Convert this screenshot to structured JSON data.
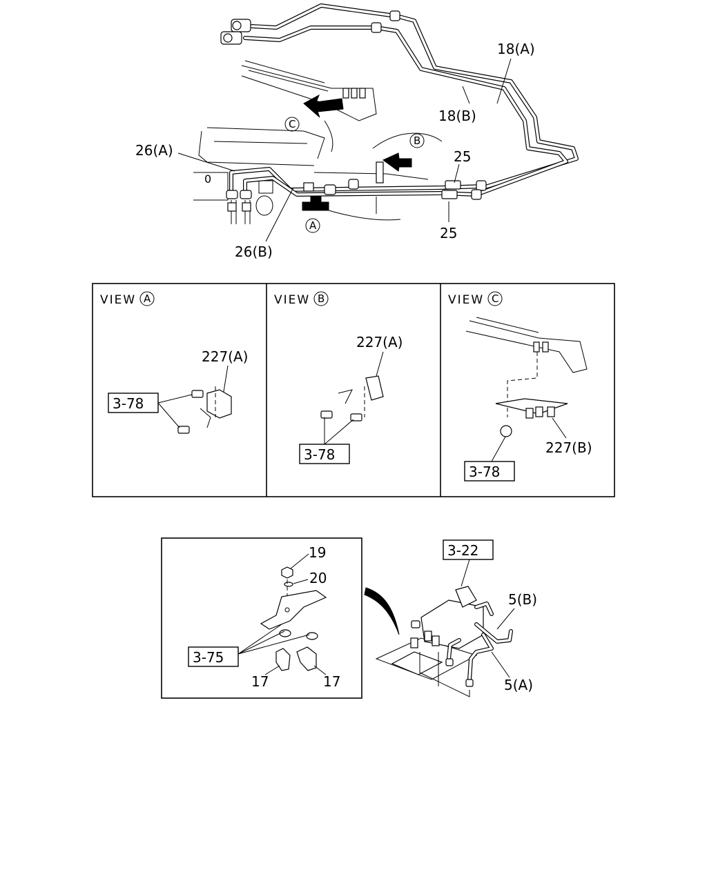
{
  "top": {
    "labels": {
      "p18a": "18(A)",
      "p18b": "18(B)",
      "p26a": "26(A)",
      "p26b": "26(B)",
      "p25_upper": "25",
      "p25_lower": "25",
      "zero": "0"
    },
    "markers": {
      "a": "A",
      "b": "B",
      "c": "C"
    }
  },
  "views": {
    "a": {
      "title_prefix": "VIEW",
      "marker": "A",
      "part": "227(A)",
      "ref": "3-78"
    },
    "b": {
      "title_prefix": "VIEW",
      "marker": "B",
      "part": "227(A)",
      "ref": "3-78"
    },
    "c": {
      "title_prefix": "VIEW",
      "marker": "C",
      "part": "227(B)",
      "ref": "3-78"
    }
  },
  "detail": {
    "left": {
      "p19": "19",
      "p20": "20",
      "ref": "3-75",
      "p17_left": "17",
      "p17_right": "17"
    },
    "right": {
      "ref": "3-22",
      "p5b": "5(B)",
      "p5a": "5(A)"
    }
  }
}
